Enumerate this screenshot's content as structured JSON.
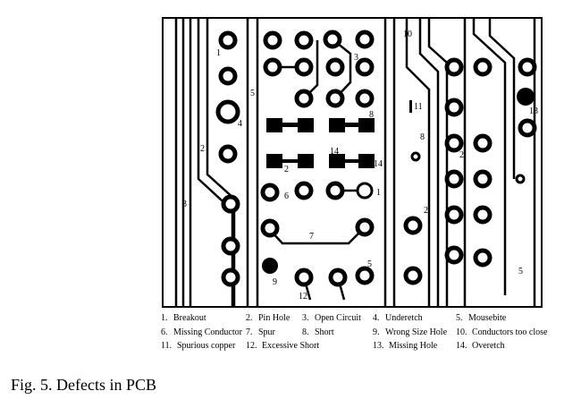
{
  "figure": {
    "caption": "Fig. 5.   Defects in PCB",
    "defect_markers": [
      "1",
      "2",
      "3",
      "4",
      "5",
      "6",
      "7",
      "8",
      "9",
      "10",
      "11",
      "12",
      "13",
      "14"
    ],
    "legend": [
      {
        "num": "1.",
        "label": "Breakout"
      },
      {
        "num": "2.",
        "label": "Pin Hole"
      },
      {
        "num": "3.",
        "label": "Open Circuit"
      },
      {
        "num": "4.",
        "label": "Underetch"
      },
      {
        "num": "5.",
        "label": "Mousebite"
      },
      {
        "num": "6.",
        "label": "Missing Conductor"
      },
      {
        "num": "7.",
        "label": "Spur"
      },
      {
        "num": "8.",
        "label": "Short"
      },
      {
        "num": "9.",
        "label": "Wrong Size Hole"
      },
      {
        "num": "10.",
        "label": "Conductors too close"
      },
      {
        "num": "11.",
        "label": "Spurious copper"
      },
      {
        "num": "12.",
        "label": "Excessive Short"
      },
      {
        "num": "13.",
        "label": "Missing Hole"
      },
      {
        "num": "14.",
        "label": "Overetch"
      }
    ]
  }
}
